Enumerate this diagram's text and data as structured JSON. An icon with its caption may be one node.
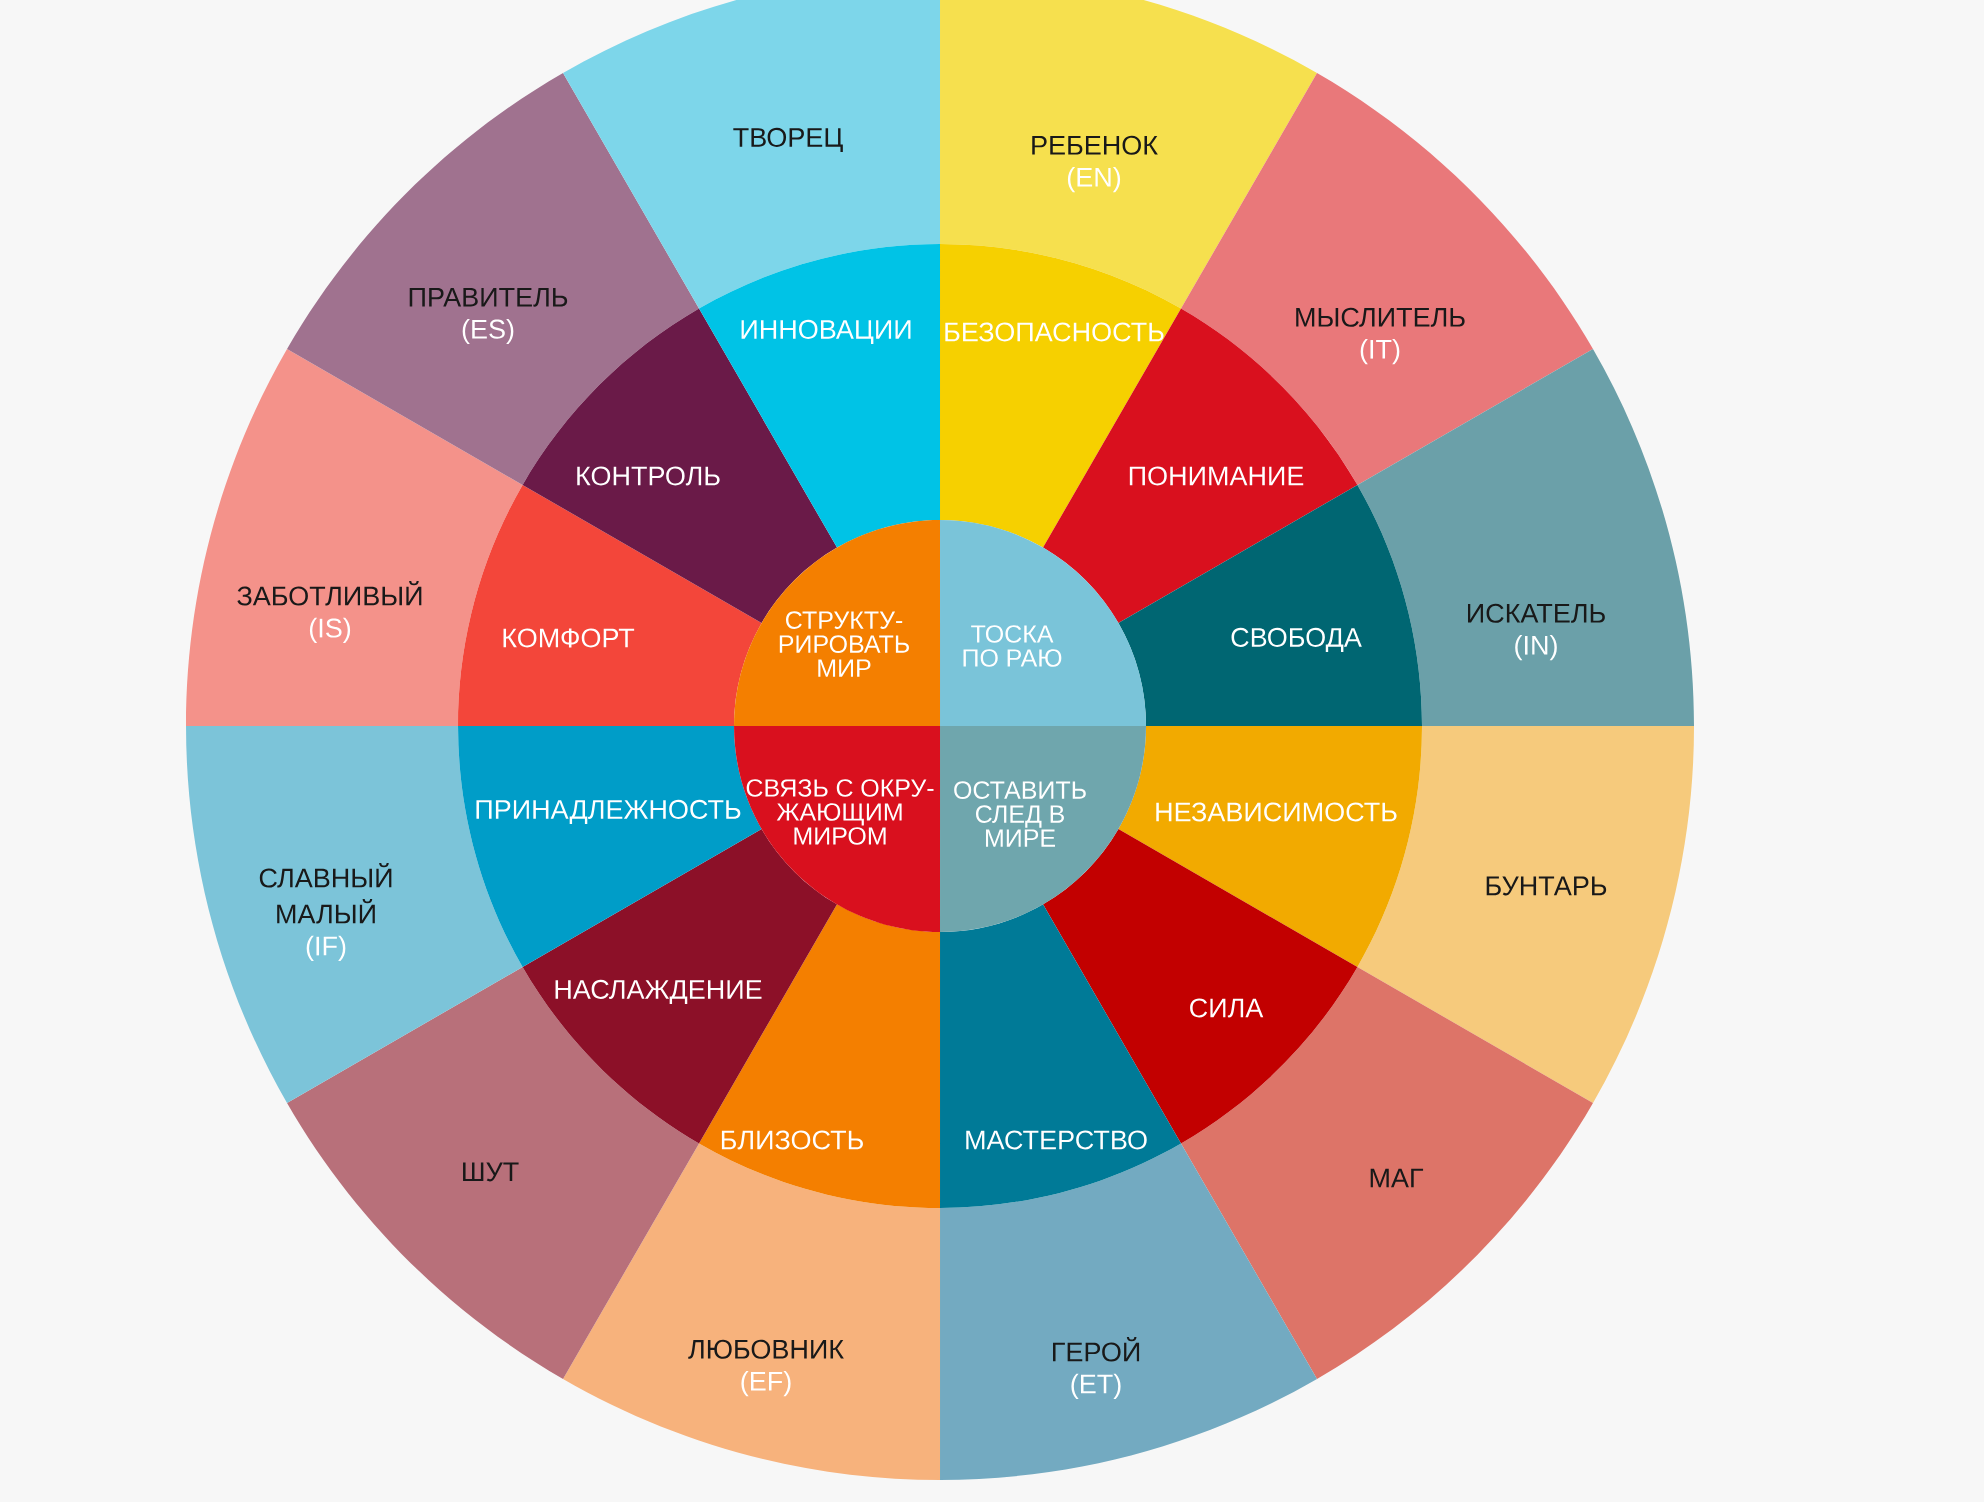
{
  "diagram": {
    "nodes": [
      {
        "text": [
          "РЕБЕНОК",
          "(EN)"
        ]
      },
      {
        "text": [
          "МЫСЛИТЕЛЬ",
          "(IT)"
        ]
      },
      {
        "text": [
          "ИСКАТЕЛЬ",
          "(IN)"
        ]
      },
      {
        "text": [
          "БУНТАРЬ"
        ]
      },
      {
        "text": [
          "МАГ"
        ]
      },
      {
        "text": [
          "ГЕРОЙ",
          "(ET)"
        ]
      },
      {
        "text": [
          "ЛЮБОВНИК",
          "(EF)"
        ]
      },
      {
        "text": [
          "ШУТ"
        ]
      },
      {
        "text": [
          "СЛАВНЫЙ МАЛЫЙ",
          "(IF)"
        ]
      },
      {
        "text": [
          "ЗАБОТЛИВЫЙ",
          "(IS)"
        ]
      },
      {
        "text": [
          "ПРАВИТЕЛЬ",
          "(ES)"
        ]
      },
      {
        "text": [
          "ТВОРЕЦ"
        ]
      },
      {
        "text": [
          "БЕЗОПАСНОСТЬ"
        ]
      },
      {
        "text": [
          "ПОНИМАНИЕ"
        ]
      },
      {
        "text": [
          "СВОБОДА"
        ]
      },
      {
        "text": [
          "НЕЗАВИСИМОСТЬ"
        ]
      },
      {
        "text": [
          "СИЛА"
        ]
      },
      {
        "text": [
          "МАСТЕРСТВО"
        ]
      },
      {
        "text": [
          "БЛИЗОСТЬ"
        ]
      },
      {
        "text": [
          "НАСЛАЖДЕНИЕ"
        ]
      },
      {
        "text": [
          "ПРИНАДЛЕЖНОСТЬ"
        ]
      },
      {
        "text": [
          "КОМФОРТ"
        ]
      },
      {
        "text": [
          "КОНТРОЛЬ"
        ]
      },
      {
        "text": [
          "ИННОВАЦИИ"
        ]
      },
      {
        "text": [
          "ТОСКА ПО РАЮ"
        ]
      },
      {
        "text": [
          "ОСТАВИТЬ СЛЕД В МИРЕ"
        ]
      },
      {
        "text": [
          "СВЯЗЬ С ОКРУ-ЖАЮЩИМ МИРОМ"
        ]
      },
      {
        "text": [
          "СТРУКТУ-РИРОВАТЬ МИР"
        ]
      }
    ]
  }
}
